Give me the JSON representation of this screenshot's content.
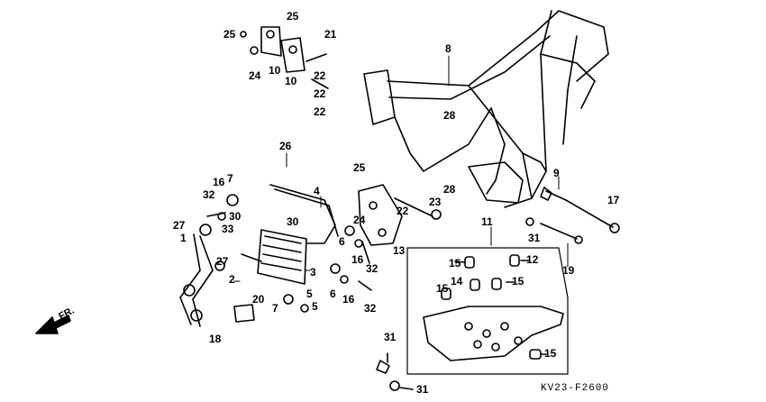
{
  "diagram": {
    "drawing_code": "KV23-F2600",
    "direction_label": "FR.",
    "callouts": [
      "25",
      "25",
      "21",
      "24",
      "10",
      "10",
      "22",
      "22",
      "22",
      "8",
      "28",
      "28",
      "26",
      "9",
      "17",
      "16",
      "7",
      "32",
      "4",
      "27",
      "1",
      "30",
      "30",
      "33",
      "27",
      "2",
      "3",
      "5",
      "5",
      "20",
      "7",
      "19",
      "18",
      "25",
      "24",
      "23",
      "22",
      "13",
      "6",
      "16",
      "32",
      "6",
      "16",
      "32",
      "31",
      "11",
      "15",
      "12",
      "14",
      "15",
      "15",
      "15",
      "31",
      "31"
    ]
  }
}
